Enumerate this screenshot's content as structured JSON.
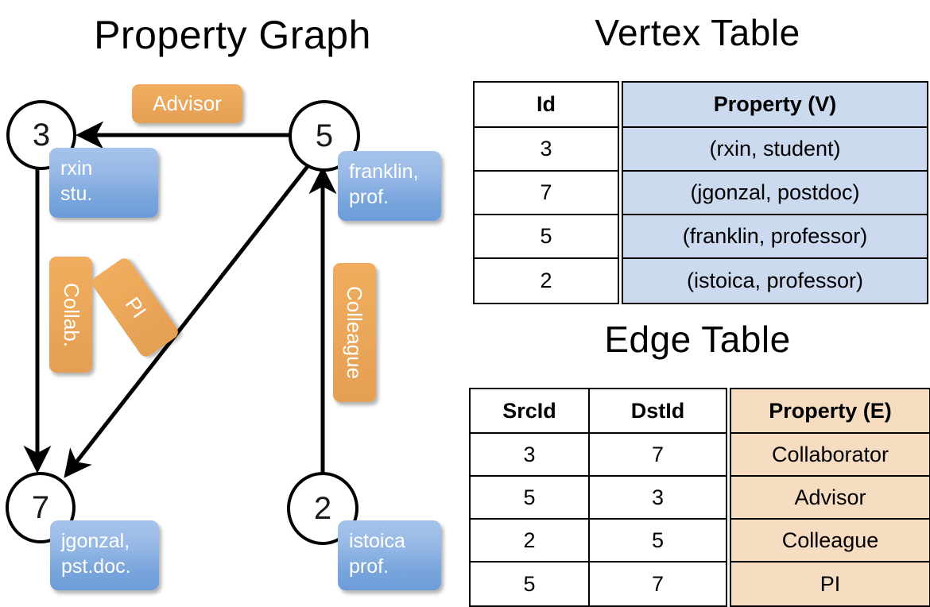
{
  "titles": {
    "property_graph": "Property Graph",
    "vertex_table": "Vertex Table",
    "edge_table": "Edge Table"
  },
  "colors": {
    "vertex_property_fill": "#ccdaef",
    "edge_property_fill": "#f6dcc1",
    "vertex_badge_blue": "#7aa6dd",
    "edge_badge_orange": "#eca95a",
    "stroke": "#000000",
    "background": "#ffffff"
  },
  "graph": {
    "nodes": [
      {
        "id": "3",
        "label": "3",
        "property": "rxin\nstu."
      },
      {
        "id": "5",
        "label": "5",
        "property": "franklin,\nprof."
      },
      {
        "id": "7",
        "label": "7",
        "property": "jgonzal,\npst.doc."
      },
      {
        "id": "2",
        "label": "2",
        "property": "istoica\nprof."
      }
    ],
    "edge_labels": [
      {
        "name": "advisor",
        "text": "Advisor",
        "orientation": "horizontal"
      },
      {
        "name": "collab",
        "text": "Collab.",
        "orientation": "vertical"
      },
      {
        "name": "pi",
        "text": "PI",
        "orientation": "diagonal"
      },
      {
        "name": "colleague",
        "text": "Colleague",
        "orientation": "vertical"
      }
    ],
    "edges": [
      {
        "src": "5",
        "dst": "3",
        "label": "Advisor"
      },
      {
        "src": "3",
        "dst": "7",
        "label": "Collab."
      },
      {
        "src": "5",
        "dst": "7",
        "label": "PI"
      },
      {
        "src": "2",
        "dst": "5",
        "label": "Colleague"
      }
    ]
  },
  "vertex_table": {
    "headers": [
      "Id",
      "Property (V)"
    ],
    "rows": [
      {
        "id": "3",
        "property": "(rxin, student)"
      },
      {
        "id": "7",
        "property": "(jgonzal, postdoc)"
      },
      {
        "id": "5",
        "property": "(franklin, professor)"
      },
      {
        "id": "2",
        "property": "(istoica, professor)"
      }
    ]
  },
  "edge_table": {
    "headers": [
      "SrcId",
      "DstId",
      "Property (E)"
    ],
    "rows": [
      {
        "src": "3",
        "dst": "7",
        "property": "Collaborator"
      },
      {
        "src": "5",
        "dst": "3",
        "property": "Advisor"
      },
      {
        "src": "2",
        "dst": "5",
        "property": "Colleague"
      },
      {
        "src": "5",
        "dst": "7",
        "property": "PI"
      }
    ]
  }
}
